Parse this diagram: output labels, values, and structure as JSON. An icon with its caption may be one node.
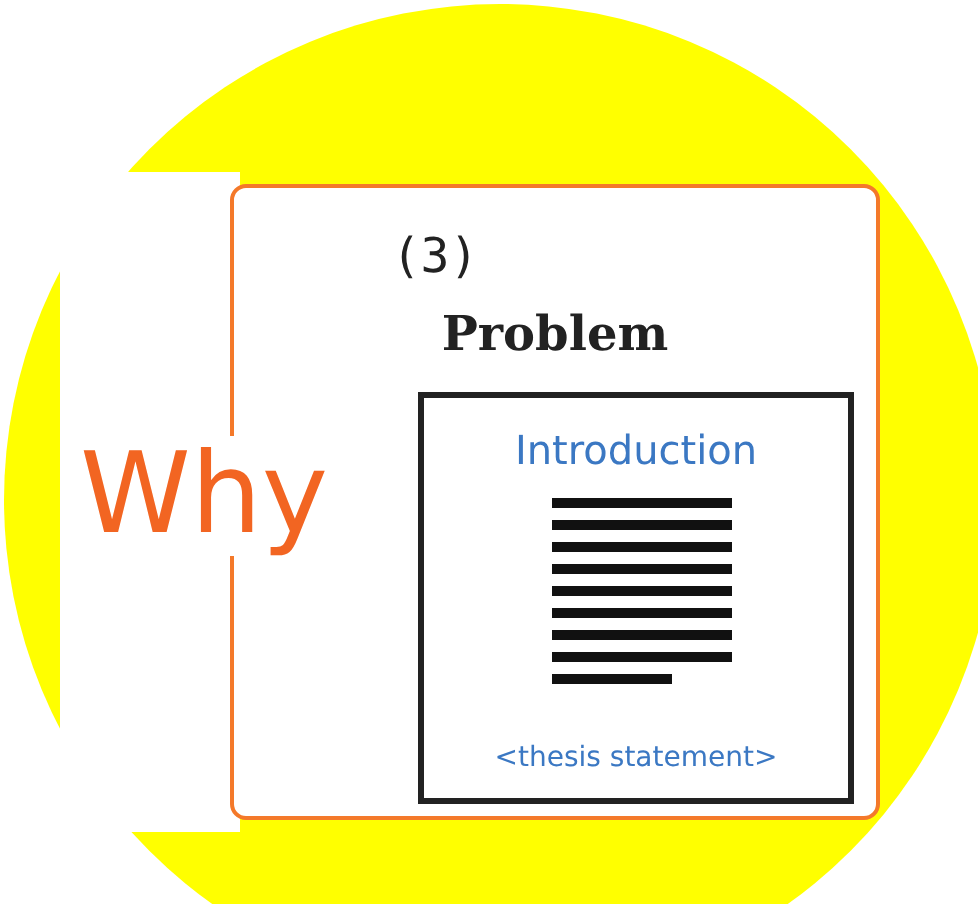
{
  "diagram": {
    "nodes": [
      {
        "text": [
          "(3)",
          "Problem"
        ]
      },
      {
        "text": [
          "Introduction",
          "<thesis statement>"
        ],
        "in": 0
      }
    ],
    "labels": [
      "Why"
    ]
  }
}
